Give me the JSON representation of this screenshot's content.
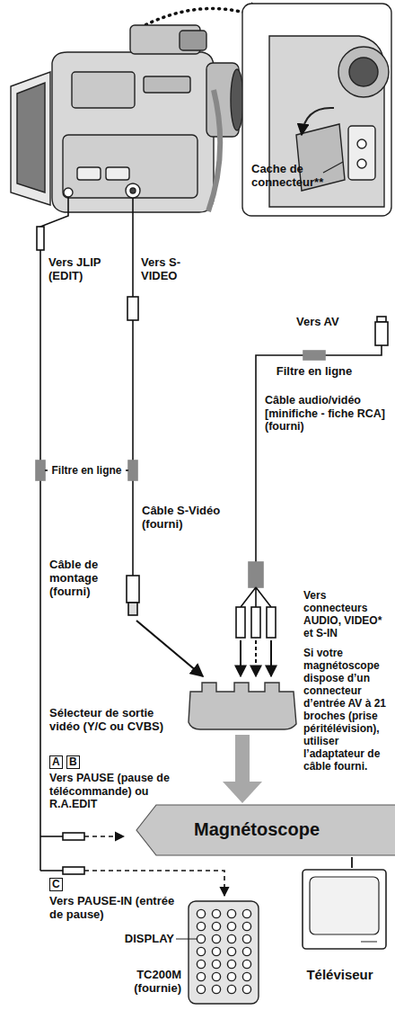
{
  "diagram": {
    "nodes": [
      {
        "text": [
          "Sélecteur de sortie vidéo (Y/C ou CVBS)"
        ]
      },
      {
        "text": [
          "Magnétoscope"
        ]
      },
      {
        "text": [
          "Téléviseur"
        ]
      }
    ],
    "edges": [
      {
        "from": 0,
        "to": 1,
        "arrow": "to"
      },
      {
        "from": 1,
        "to": 2,
        "arrow": "none"
      }
    ],
    "labels": [
      "Cache de connecteur**",
      "Vers JLIP (EDIT)",
      "Vers S-VIDEO",
      "Vers AV",
      "Filtre en ligne",
      "Filtre en ligne",
      "Câble audio/vidéo [minifiche - fiche RCA] (fourni)",
      "Câble S-Vidéo (fourni)",
      "Câble de montage (fourni)",
      "Vers connecteurs AUDIO, VIDEO* et S-IN",
      "Si votre magnétoscope dispose d’un connecteur d’entrée AV à 21 broches (prise péritélévision), utiliser l’adaptateur de câble fourni.",
      "A",
      "B",
      "Vers PAUSE (pause de télécommande) ou R.A.EDIT",
      "C",
      "Vers PAUSE-IN (entrée de pause)",
      "DISPLAY",
      "TC200M (fournie)"
    ]
  }
}
